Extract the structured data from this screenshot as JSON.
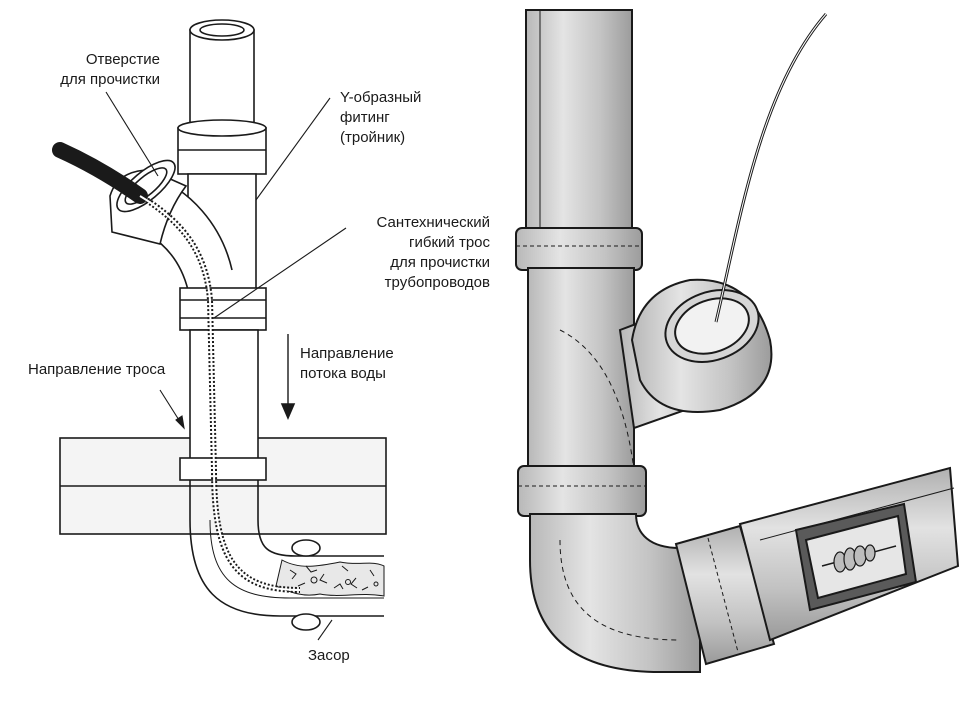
{
  "diagram": {
    "labels": {
      "cleanout_opening": "Отверстие\nдля прочистки",
      "y_fitting": "Y-образный\nфитинг\n(тройник)",
      "plumbing_cable": "Сантехнический\nгибкий трос\nдля прочистки\nтрубопроводов",
      "cable_direction": "Направление троса",
      "water_flow_direction": "Направление\nпотока воды",
      "clog": "Засор"
    },
    "colors": {
      "line": "#1a1a1a",
      "pipe_fill_left": "#ffffff",
      "pipe_fill_right": "#c9c9c9",
      "pipe_shade_right": "#a9a9a9",
      "pipe_highlight_right": "#e6e6e6",
      "wall_fill": "#f4f4f4"
    }
  }
}
